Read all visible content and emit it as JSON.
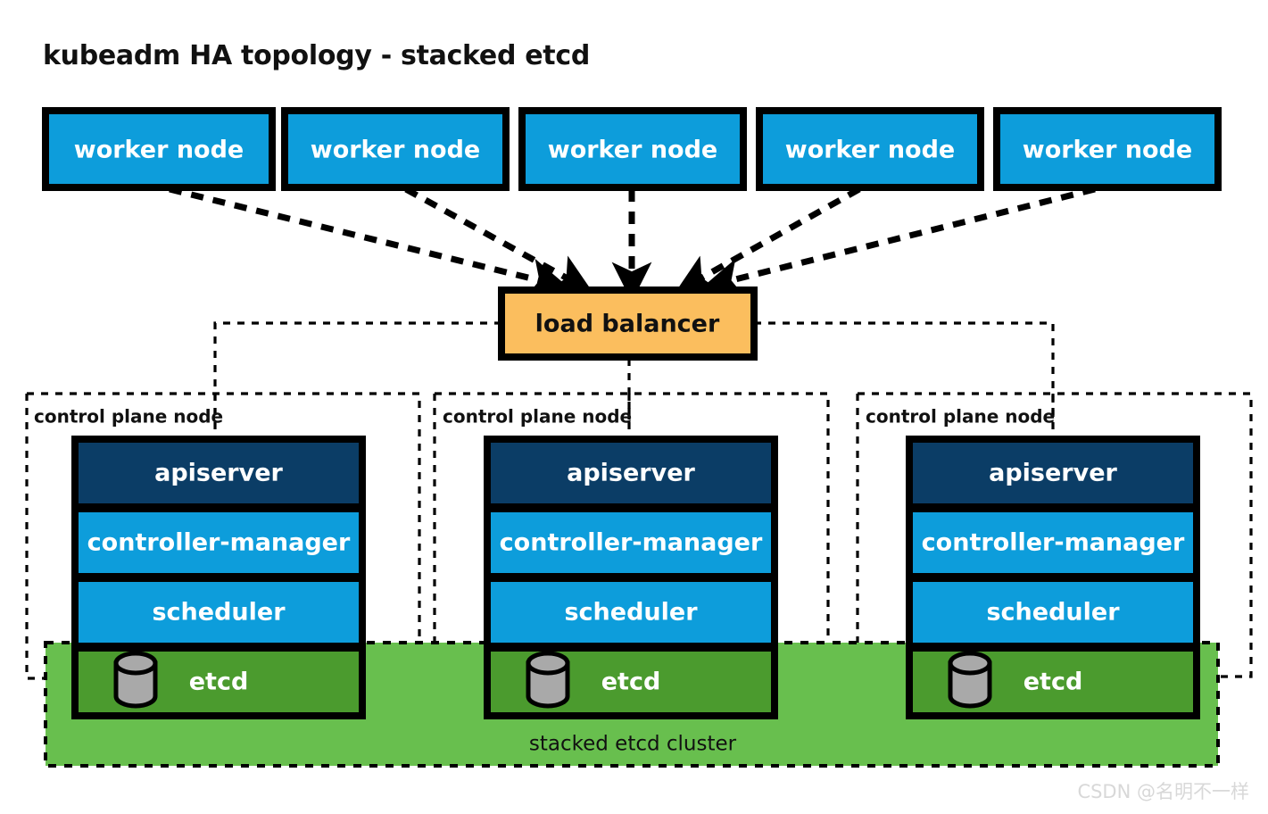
{
  "diagram": {
    "title": "kubeadm HA topology - stacked etcd",
    "watermark": "CSDN @名明不一样",
    "colors": {
      "worker_fill": "#0d9ddb",
      "apiserver_fill": "#0b3d66",
      "controller_fill": "#0d9ddb",
      "scheduler_fill": "#0d9ddb",
      "etcd_fill": "#4b9b2e",
      "cluster_band_fill": "#68bf4e",
      "load_balancer_fill": "#fbbe5e",
      "cylinder_fill": "#a9a9a9",
      "border": "#000000",
      "watermark": "#d8d8d8"
    },
    "worker_nodes": [
      {
        "label": "worker node"
      },
      {
        "label": "worker node"
      },
      {
        "label": "worker node"
      },
      {
        "label": "worker node"
      },
      {
        "label": "worker node"
      }
    ],
    "load_balancer": {
      "label": "load balancer"
    },
    "control_planes": [
      {
        "group_label": "control plane node",
        "components": [
          {
            "label": "apiserver",
            "kind": "apiserver"
          },
          {
            "label": "controller-manager",
            "kind": "controller-manager"
          },
          {
            "label": "scheduler",
            "kind": "scheduler"
          },
          {
            "label": "etcd",
            "kind": "etcd",
            "icon": "database-cylinder-icon"
          }
        ]
      },
      {
        "group_label": "control plane node",
        "components": [
          {
            "label": "apiserver",
            "kind": "apiserver"
          },
          {
            "label": "controller-manager",
            "kind": "controller-manager"
          },
          {
            "label": "scheduler",
            "kind": "scheduler"
          },
          {
            "label": "etcd",
            "kind": "etcd",
            "icon": "database-cylinder-icon"
          }
        ]
      },
      {
        "group_label": "control plane node",
        "components": [
          {
            "label": "apiserver",
            "kind": "apiserver"
          },
          {
            "label": "controller-manager",
            "kind": "controller-manager"
          },
          {
            "label": "scheduler",
            "kind": "scheduler"
          },
          {
            "label": "etcd",
            "kind": "etcd",
            "icon": "database-cylinder-icon"
          }
        ]
      }
    ],
    "cluster_band": {
      "label": "stacked etcd cluster"
    }
  }
}
